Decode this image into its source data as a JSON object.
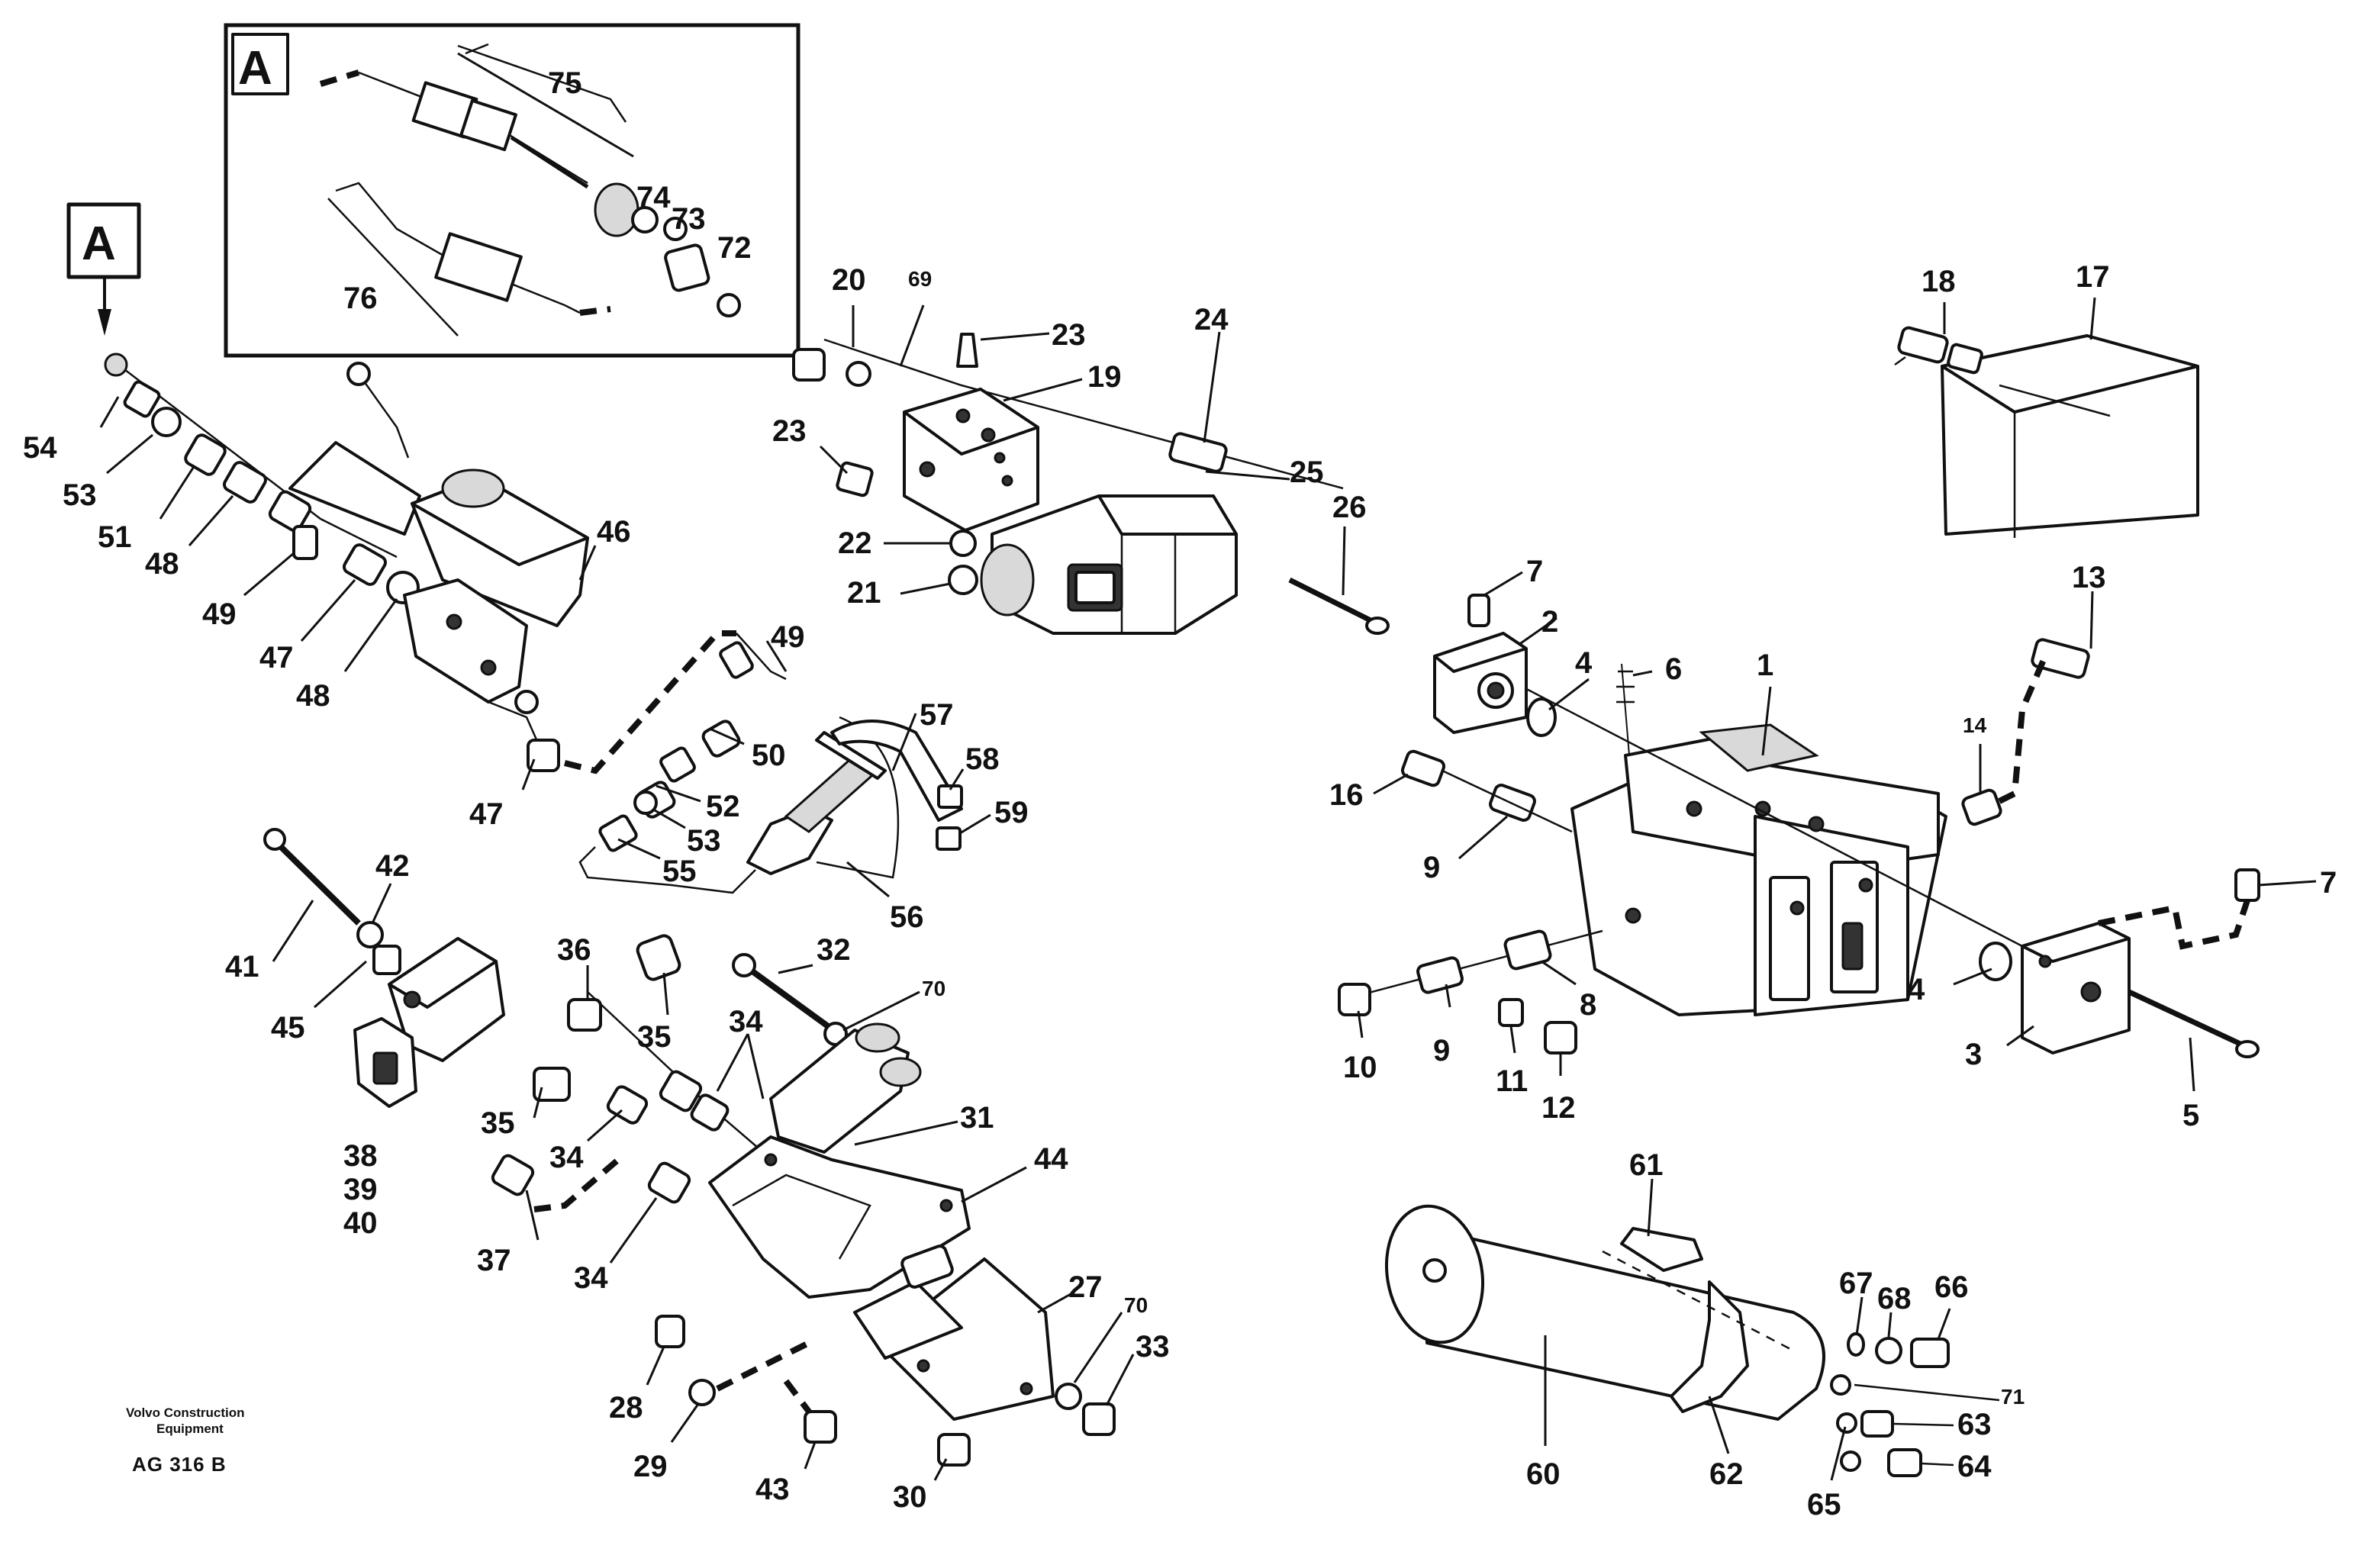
{
  "diagram": {
    "section_marker": "A",
    "detail_marker": "A",
    "callouts": [
      {
        "id": "c1",
        "text": "1"
      },
      {
        "id": "c2",
        "text": "2"
      },
      {
        "id": "c3",
        "text": "3"
      },
      {
        "id": "c4a",
        "text": "4"
      },
      {
        "id": "c4b",
        "text": "4"
      },
      {
        "id": "c5",
        "text": "5"
      },
      {
        "id": "c6",
        "text": "6"
      },
      {
        "id": "c7a",
        "text": "7"
      },
      {
        "id": "c7b",
        "text": "7"
      },
      {
        "id": "c8",
        "text": "8"
      },
      {
        "id": "c9a",
        "text": "9"
      },
      {
        "id": "c9b",
        "text": "9"
      },
      {
        "id": "c10",
        "text": "10"
      },
      {
        "id": "c11",
        "text": "11"
      },
      {
        "id": "c12",
        "text": "12"
      },
      {
        "id": "c13",
        "text": "13"
      },
      {
        "id": "c14",
        "text": "14"
      },
      {
        "id": "c16",
        "text": "16"
      },
      {
        "id": "c17",
        "text": "17"
      },
      {
        "id": "c18",
        "text": "18"
      },
      {
        "id": "c19",
        "text": "19"
      },
      {
        "id": "c20",
        "text": "20"
      },
      {
        "id": "c21",
        "text": "21"
      },
      {
        "id": "c22",
        "text": "22"
      },
      {
        "id": "c23a",
        "text": "23"
      },
      {
        "id": "c23b",
        "text": "23"
      },
      {
        "id": "c24",
        "text": "24"
      },
      {
        "id": "c25",
        "text": "25"
      },
      {
        "id": "c26",
        "text": "26"
      },
      {
        "id": "c27",
        "text": "27"
      },
      {
        "id": "c28",
        "text": "28"
      },
      {
        "id": "c29",
        "text": "29"
      },
      {
        "id": "c30",
        "text": "30"
      },
      {
        "id": "c31",
        "text": "31"
      },
      {
        "id": "c32",
        "text": "32"
      },
      {
        "id": "c33",
        "text": "33"
      },
      {
        "id": "c34a",
        "text": "34"
      },
      {
        "id": "c34b",
        "text": "34"
      },
      {
        "id": "c34c",
        "text": "34"
      },
      {
        "id": "c35a",
        "text": "35"
      },
      {
        "id": "c35b",
        "text": "35"
      },
      {
        "id": "c36",
        "text": "36"
      },
      {
        "id": "c37",
        "text": "37"
      },
      {
        "id": "c38",
        "text": "38"
      },
      {
        "id": "c39",
        "text": "39"
      },
      {
        "id": "c40",
        "text": "40"
      },
      {
        "id": "c41",
        "text": "41"
      },
      {
        "id": "c42",
        "text": "42"
      },
      {
        "id": "c43",
        "text": "43"
      },
      {
        "id": "c44",
        "text": "44"
      },
      {
        "id": "c45",
        "text": "45"
      },
      {
        "id": "c46",
        "text": "46"
      },
      {
        "id": "c47a",
        "text": "47"
      },
      {
        "id": "c47b",
        "text": "47"
      },
      {
        "id": "c48a",
        "text": "48"
      },
      {
        "id": "c48b",
        "text": "48"
      },
      {
        "id": "c49a",
        "text": "49"
      },
      {
        "id": "c49b",
        "text": "49"
      },
      {
        "id": "c50",
        "text": "50"
      },
      {
        "id": "c51",
        "text": "51"
      },
      {
        "id": "c52",
        "text": "52"
      },
      {
        "id": "c53a",
        "text": "53"
      },
      {
        "id": "c53b",
        "text": "53"
      },
      {
        "id": "c54",
        "text": "54"
      },
      {
        "id": "c55",
        "text": "55"
      },
      {
        "id": "c56",
        "text": "56"
      },
      {
        "id": "c57",
        "text": "57"
      },
      {
        "id": "c58",
        "text": "58"
      },
      {
        "id": "c59",
        "text": "59"
      },
      {
        "id": "c60",
        "text": "60"
      },
      {
        "id": "c61",
        "text": "61"
      },
      {
        "id": "c62",
        "text": "62"
      },
      {
        "id": "c63",
        "text": "63"
      },
      {
        "id": "c64",
        "text": "64"
      },
      {
        "id": "c65",
        "text": "65"
      },
      {
        "id": "c66",
        "text": "66"
      },
      {
        "id": "c67",
        "text": "67"
      },
      {
        "id": "c68",
        "text": "68"
      },
      {
        "id": "c69",
        "text": "69"
      },
      {
        "id": "c70a",
        "text": "70"
      },
      {
        "id": "c70b",
        "text": "70"
      },
      {
        "id": "c71",
        "text": "71"
      },
      {
        "id": "c72",
        "text": "72"
      },
      {
        "id": "c73",
        "text": "73"
      },
      {
        "id": "c74",
        "text": "74"
      },
      {
        "id": "c75",
        "text": "75"
      },
      {
        "id": "c76",
        "text": "76"
      }
    ]
  },
  "footer": {
    "maker_line_1": "Volvo Construction",
    "maker_line_2": "Equipment",
    "drawing_code": "AG 316 B"
  }
}
